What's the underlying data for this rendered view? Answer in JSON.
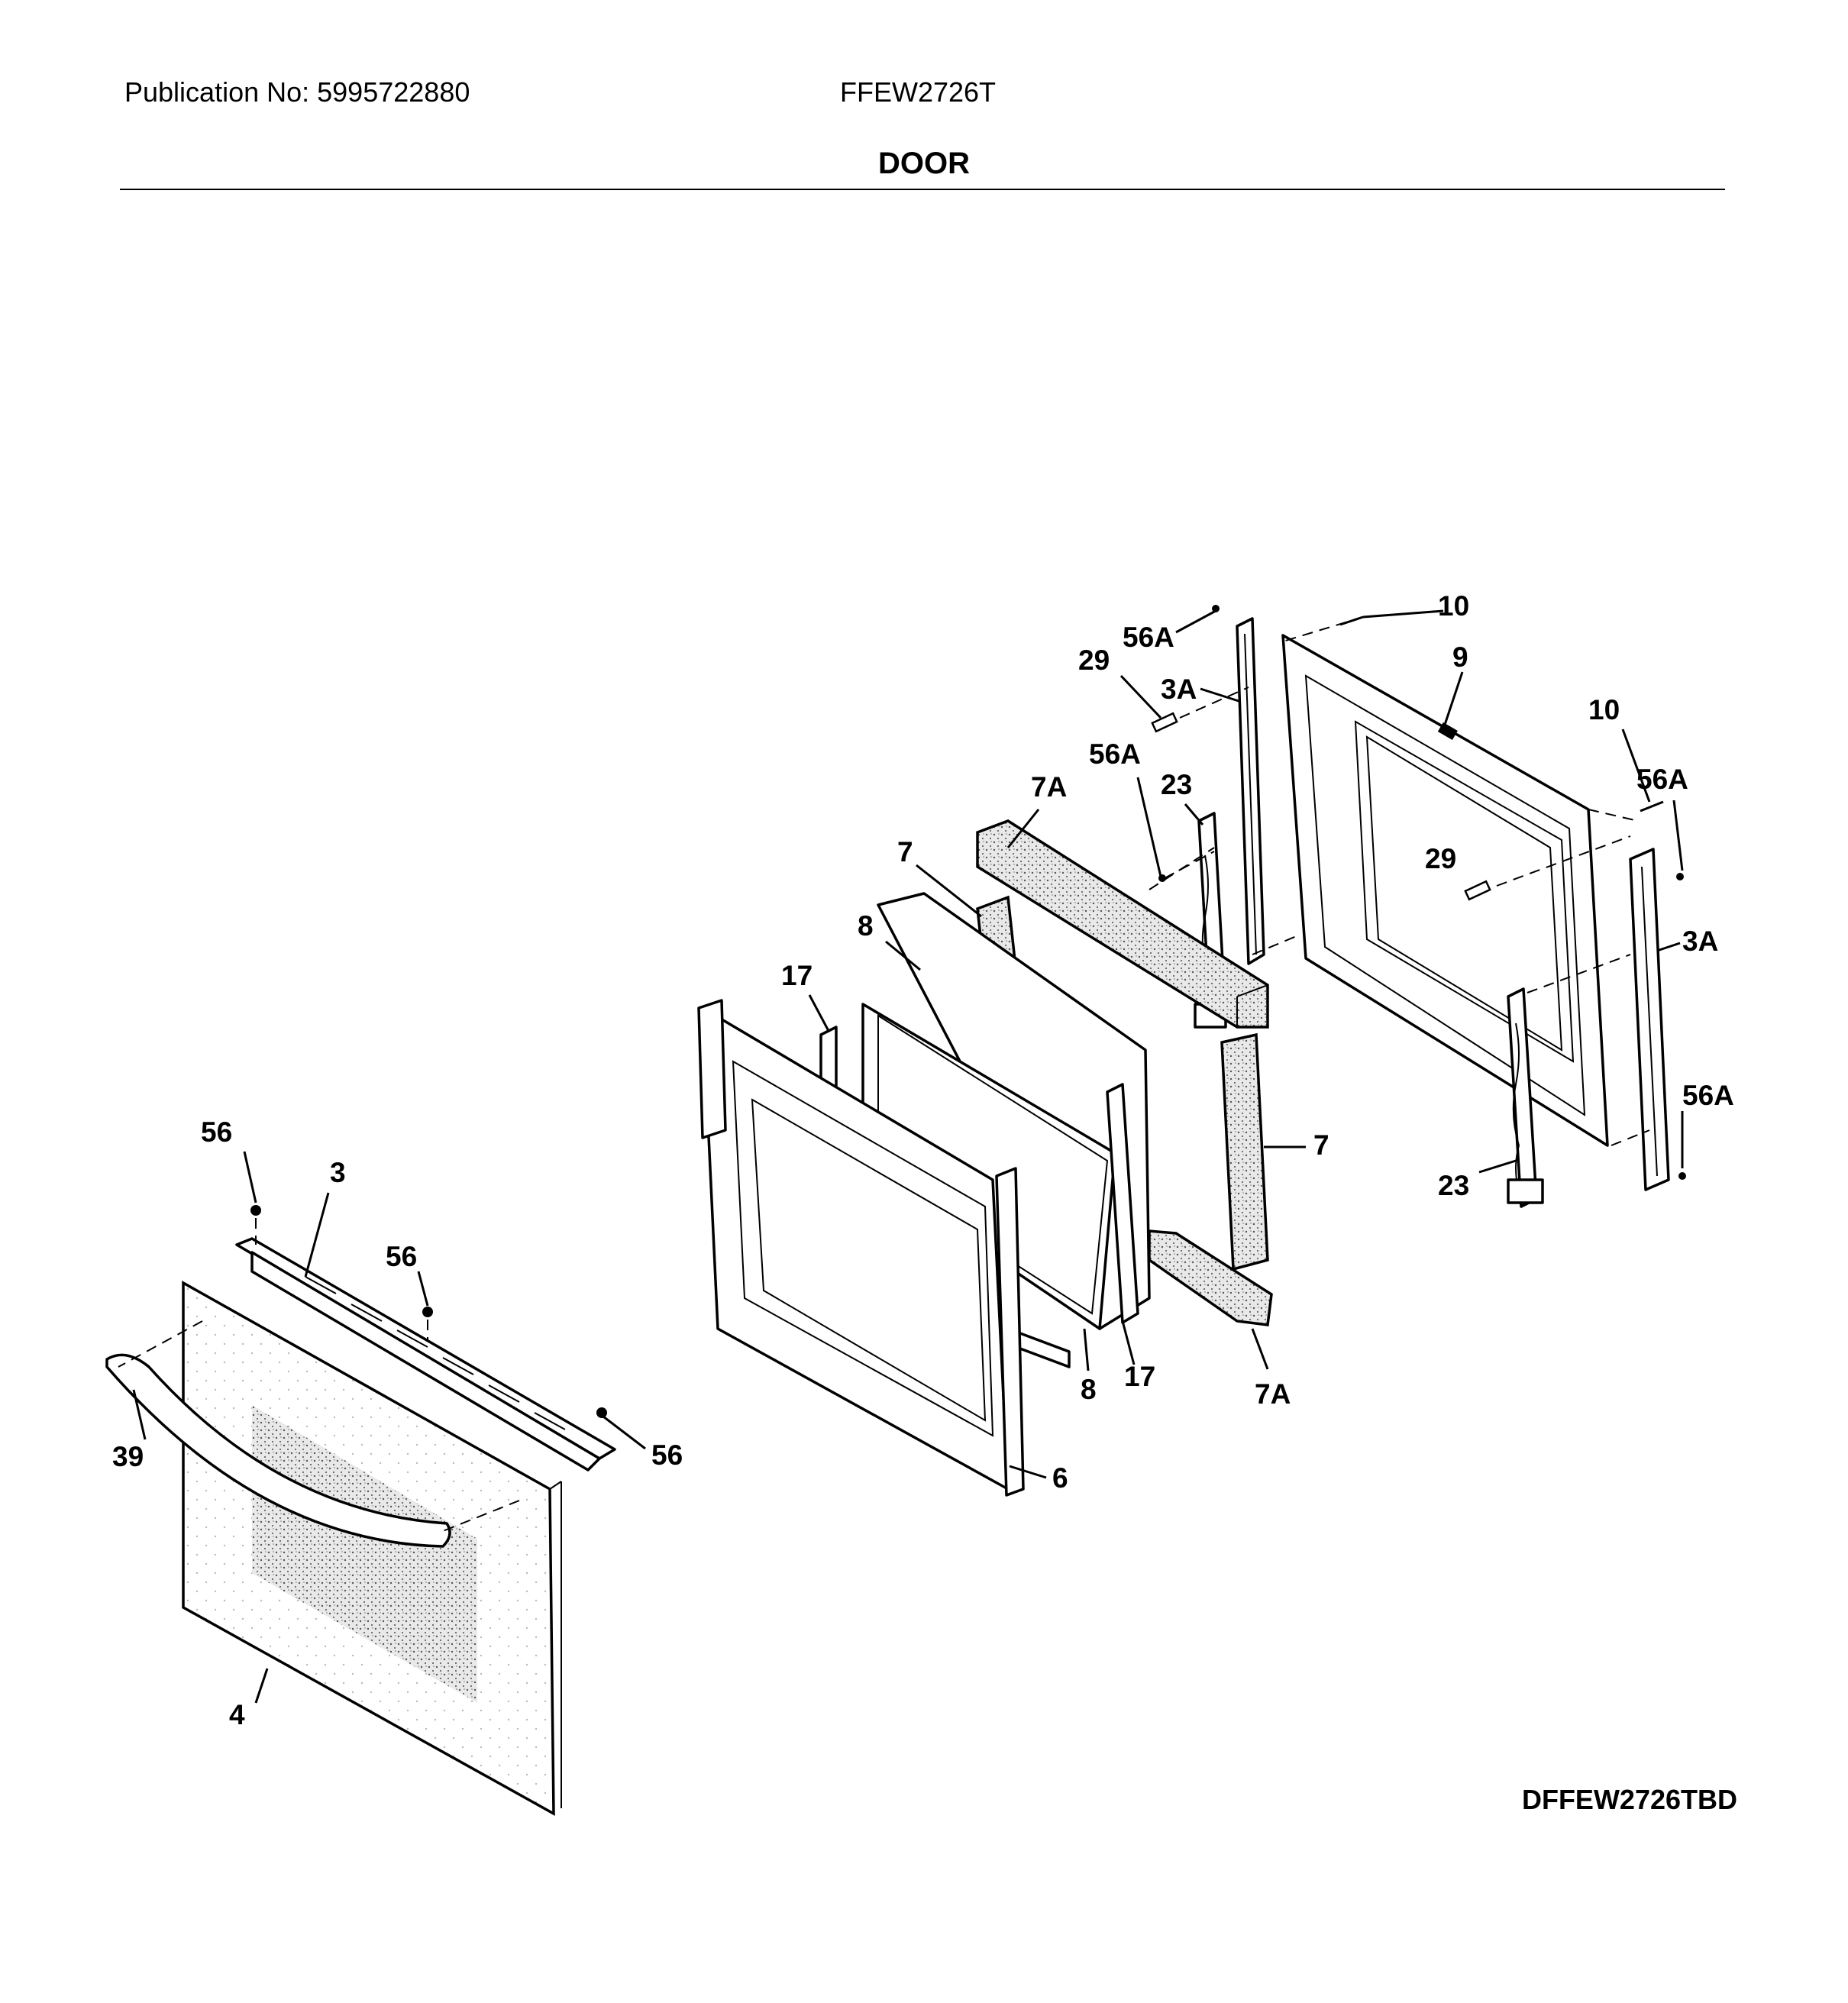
{
  "header": {
    "publication": "Publication No: 5995722880",
    "model": "FFEW2726T",
    "title": "DOOR"
  },
  "footer": {
    "diagram_code": "DFFEW2726TBD"
  },
  "callouts": {
    "c56a_top": "56A",
    "c10_top": "10",
    "c29_top": "29",
    "c3a_left": "3A",
    "c9": "9",
    "c10_right": "10",
    "c56a_right": "56A",
    "c56a_mid": "56A",
    "c23_top": "23",
    "c7a_top": "7A",
    "c7_top": "7",
    "c29_mid": "29",
    "c3a_right": "3A",
    "c8_top": "8",
    "c17_top": "17",
    "c56a_low": "56A",
    "c7_right": "7",
    "c23_low": "23",
    "c56_left": "56",
    "c3": "3",
    "c56_mid": "56",
    "c8_low": "8",
    "c17_low": "17",
    "c7a_low": "7A",
    "c39": "39",
    "c56_right": "56",
    "c6": "6",
    "c4": "4"
  }
}
